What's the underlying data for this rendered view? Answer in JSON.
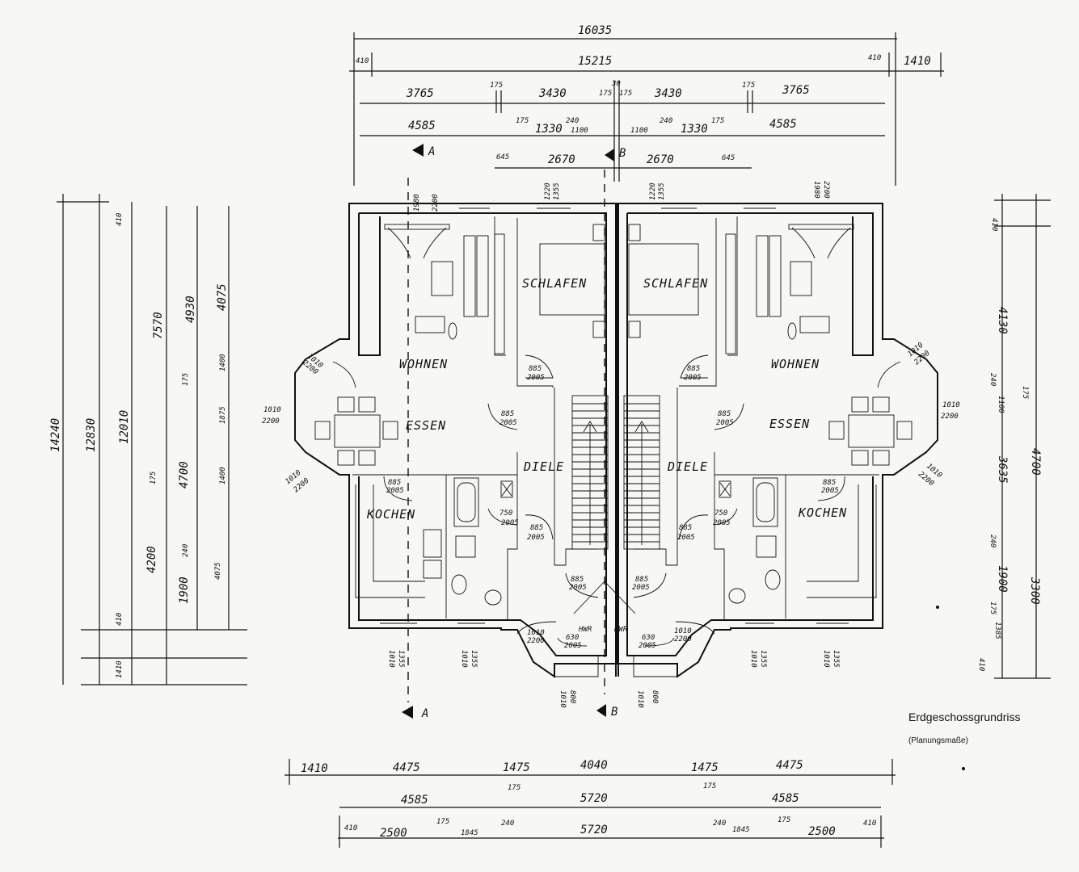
{
  "caption": {
    "title": "Erdgeschossgrundriss",
    "subtitle": "(Planungsmaße)"
  },
  "rooms": {
    "wohnen": "WOHNEN",
    "essen": "ESSEN",
    "kochen": "KOCHEN",
    "schlafen": "SCHLAFEN",
    "diele": "DIELE",
    "hwr": "HWR"
  },
  "section_marks": {
    "a": "A",
    "b": "B"
  },
  "dims_top": {
    "total": "16035",
    "inner": "15215",
    "r1": [
      "410",
      "3765",
      "175",
      "3430",
      "30",
      "175",
      "175",
      "3430",
      "175",
      "3765",
      "410",
      "1410"
    ],
    "r2": [
      "4585",
      "175",
      "1330",
      "240",
      "1100",
      "1100",
      "240",
      "1330",
      "175",
      "4585"
    ],
    "r3": [
      "645",
      "2670",
      "2670",
      "645"
    ]
  },
  "dims_left": {
    "outer": "14240",
    "second": "12830",
    "third": "12010",
    "fourth": "7570",
    "fifth": "4930",
    "sixth": "4075",
    "seg": [
      "410",
      "175",
      "1400",
      "1875",
      "1400",
      "4200",
      "240",
      "1900",
      "4075",
      "410",
      "1410",
      "175",
      "4700"
    ]
  },
  "dims_right": {
    "a": "410",
    "b": "4130",
    "c": "240",
    "d": "1100",
    "e": "175",
    "f": "3635",
    "g": "4700",
    "h": "240",
    "i": "1900",
    "j": "175",
    "k": "1385",
    "l": "3300",
    "m": "410"
  },
  "dims_bottom": {
    "r1": [
      "1410",
      "4475",
      "1475",
      "4040",
      "1475",
      "4475"
    ],
    "r2": [
      "175",
      "175",
      "4585",
      "5720",
      "4585"
    ],
    "r3": [
      "410",
      "2500",
      "175",
      "1845",
      "240",
      "5720",
      "240",
      "1845",
      "175",
      "2500",
      "410"
    ]
  },
  "openings": {
    "win_top_l": [
      "1980",
      "2200"
    ],
    "win_top_r": [
      "1980",
      "2200"
    ],
    "win_top_m1": [
      "1220",
      "1355"
    ],
    "win_top_m2": [
      "1220",
      "1355"
    ],
    "bay_l1": [
      "1010",
      "2200"
    ],
    "bay_l2": [
      "1010",
      "2200"
    ],
    "bay_l3": [
      "1010",
      "2200"
    ],
    "bay_r1": [
      "1010",
      "2200"
    ],
    "bay_r2": [
      "1010",
      "2200"
    ],
    "bay_r3": [
      "1010",
      "2200"
    ],
    "door_885": [
      "885",
      "2005"
    ],
    "door_750": [
      "750",
      "2005"
    ],
    "door_630": [
      "630",
      "2005"
    ],
    "win_bot": [
      "1010",
      "1355"
    ],
    "win_bot2": [
      "1010",
      "1355"
    ],
    "entry": [
      "1010",
      "2200"
    ],
    "entry_bot": [
      "1010",
      "800"
    ]
  }
}
